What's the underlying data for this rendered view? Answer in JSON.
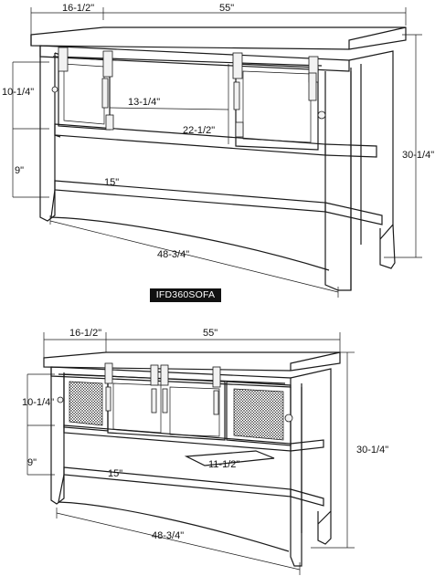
{
  "model_label": "IFD360SOFA",
  "top_view": {
    "depth": "16-1/2\"",
    "width": "55\"",
    "shelf_upper_height": "10-1/4\"",
    "shelf_lower_height": "9\"",
    "inner_height": "13-1/4\"",
    "inner_width": "22-1/2\"",
    "shelf_depth": "15\"",
    "overall_height": "30-1/4\"",
    "base_width": "48-3/4\""
  },
  "bottom_view": {
    "depth": "16-1/2\"",
    "width": "55\"",
    "shelf_upper_height": "10-1/4\"",
    "shelf_lower_height": "9\"",
    "shelf_depth": "15\"",
    "inner_width": "11-1/2\"",
    "overall_height": "30-1/4\"",
    "base_width": "48-3/4\""
  }
}
